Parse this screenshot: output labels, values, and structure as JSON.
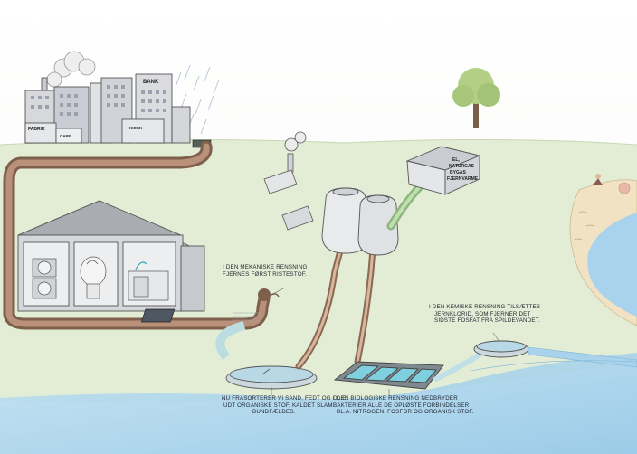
{
  "buildings": {
    "labels": [
      "FABRIK",
      "CAFE",
      "BANK",
      "KIOSK"
    ]
  },
  "plant": {
    "label_lines": [
      "EL,",
      "NATURGAS",
      "BYGAS",
      "FJERNVARME"
    ]
  },
  "annotations": {
    "mechanical": [
      "I DEN MEKANISKE RENSNING",
      "FJERNES FØRST RISTESTOF."
    ],
    "sand": [
      "NU FRASORTERER VI SAND, FEDT OG OLIE",
      "UDT ORGANISKE STOF, KALDET SLAM.",
      "BUNDFÆLDES."
    ],
    "biological": [
      "I DEN BIOLOGISKE RENSNING NEDBRYDER",
      "BAKTERIER ALLE DE OPLØSTE FORBINDELSER",
      "BL.A. NITROGEN, FOSFOR OG ORGANISK STOF."
    ],
    "chemical": [
      "I DEN KEMISKE RENSNING TILSÆTTES",
      "JERNKLORID, SOM FJERNER DET",
      "SIDSTE FOSFAT FRA SPILDEVANDET."
    ]
  },
  "colors": {
    "pipe": "#8a6a55",
    "pipe_light": "#c9a68a",
    "grass": "#dbe8c9",
    "water": "#a9d3ec",
    "green_pipe": "#9cc98a"
  }
}
